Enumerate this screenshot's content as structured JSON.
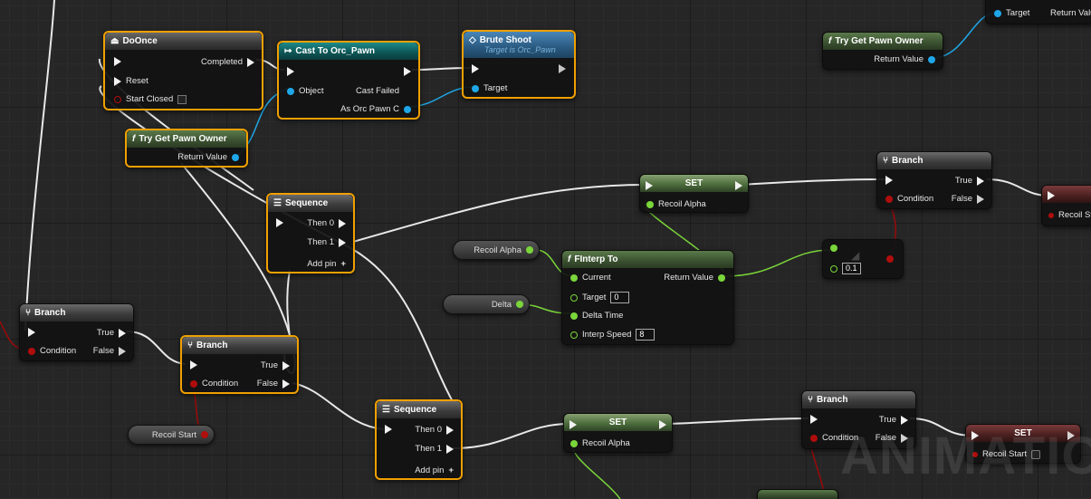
{
  "watermark": "ANIMATION",
  "nodes": {
    "do_once": {
      "title": "DoOnce",
      "completed": "Completed",
      "reset": "Reset",
      "start_closed": "Start Closed"
    },
    "cast": {
      "title": "Cast To Orc_Pawn",
      "object": "Object",
      "cast_failed": "Cast Failed",
      "as_orc": "As Orc Pawn C"
    },
    "brute_shoot": {
      "title": "Brute Shoot",
      "subtitle": "Target is Orc_Pawn",
      "target": "Target"
    },
    "try_pawn_top": {
      "title": "Try Get Pawn Owner",
      "return": "Return Value"
    },
    "target_partial": {
      "target": "Target",
      "return": "Return Valu"
    },
    "try_pawn_mid": {
      "title": "Try Get Pawn Owner",
      "return": "Return Value"
    },
    "sequence_top": {
      "title": "Sequence",
      "then0": "Then 0",
      "then1": "Then 1",
      "add_pin": "Add pin"
    },
    "set_top": {
      "title": "SET",
      "var": "Recoil Alpha"
    },
    "branch_top_right": {
      "title": "Branch",
      "true_label": "True",
      "condition": "Condition",
      "false_label": "False"
    },
    "set_edge": {
      "var": "Recoil St"
    },
    "recoil_alpha_getter": {
      "label": "Recoil Alpha"
    },
    "delta_getter": {
      "label": "Delta"
    },
    "finterp": {
      "title": "FInterp To",
      "current": "Current",
      "target": "Target",
      "target_val": "0",
      "delta_time": "Delta Time",
      "interp_speed": "Interp Speed",
      "interp_val": "8",
      "return": "Return Value"
    },
    "compare": {
      "value": "0.1"
    },
    "branch_left": {
      "title": "Branch",
      "true_label": "True",
      "condition": "Condition",
      "false_label": "False"
    },
    "branch_mid": {
      "title": "Branch",
      "true_label": "True",
      "condition": "Condition",
      "false_label": "False"
    },
    "recoil_start_getter": {
      "label": "Recoil Start"
    },
    "sequence_bottom": {
      "title": "Sequence",
      "then0": "Then 0",
      "then1": "Then 1",
      "add_pin": "Add pin"
    },
    "set_bottom": {
      "title": "SET",
      "var": "Recoil Alpha"
    },
    "branch_bottom_right": {
      "title": "Branch",
      "true_label": "True",
      "condition": "Condition",
      "false_label": "False"
    },
    "set_recoil_start": {
      "title": "SET",
      "var": "Recoil Start"
    }
  }
}
